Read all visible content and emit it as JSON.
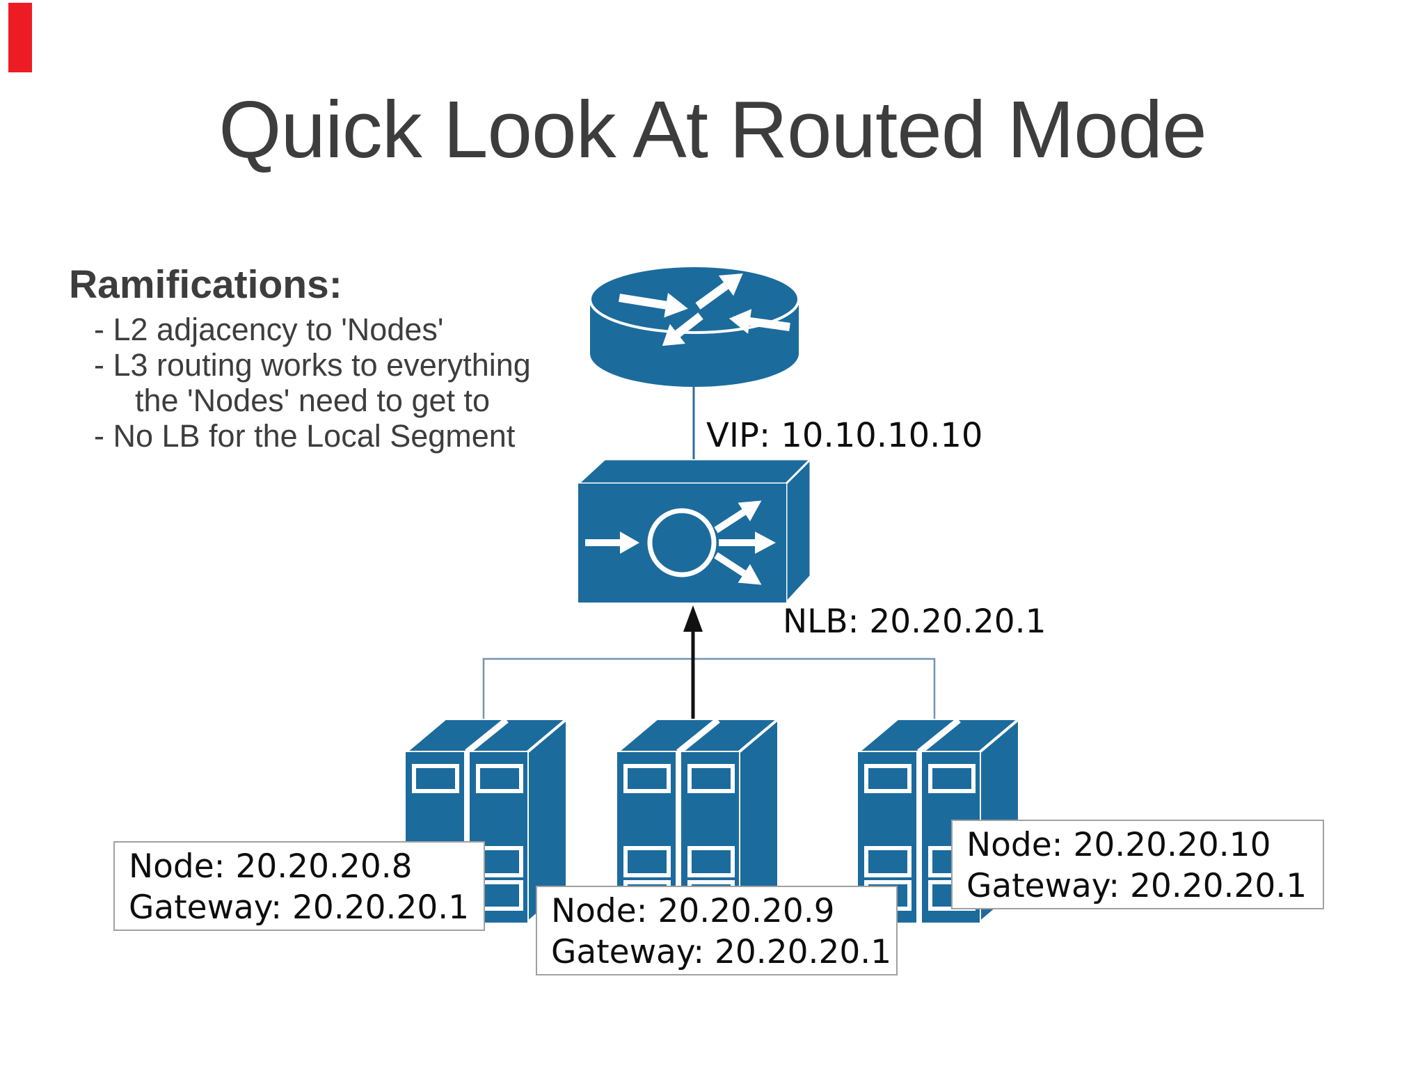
{
  "slide": {
    "title": "Quick Look At Routed Mode",
    "ramifications": {
      "heading": "Ramifications:",
      "bullets": [
        "- L2 adjacency to 'Nodes'",
        "- L3 routing works to everything",
        "the 'Nodes' need to get to",
        "- No LB for the Local Segment"
      ]
    },
    "labels": {
      "vip": "VIP: 10.10.10.10",
      "nlb": "NLB: 20.20.20.1",
      "node1": {
        "line1": "Node: 20.20.20.8",
        "line2": "Gateway: 20.20.20.1"
      },
      "node2": {
        "line1": "Node: 20.20.20.9",
        "line2": "Gateway: 20.20.20.1"
      },
      "node3": {
        "line1": "Node: 20.20.20.10",
        "line2": "Gateway: 20.20.20.1"
      }
    },
    "icons": {
      "router": "router-icon",
      "load_balancer": "load-balancer-icon",
      "servers": [
        "server-icon",
        "server-icon",
        "server-icon"
      ]
    },
    "colors": {
      "icon_blue": "#1c6b9d",
      "title_gray": "#3d3d3d",
      "red_marker": "#ed1c24",
      "router_line_blue": "#2d6da3",
      "bracket_blue": "#7593b0",
      "arrow_black": "#111111",
      "label_border": "#a0a0a0"
    }
  }
}
